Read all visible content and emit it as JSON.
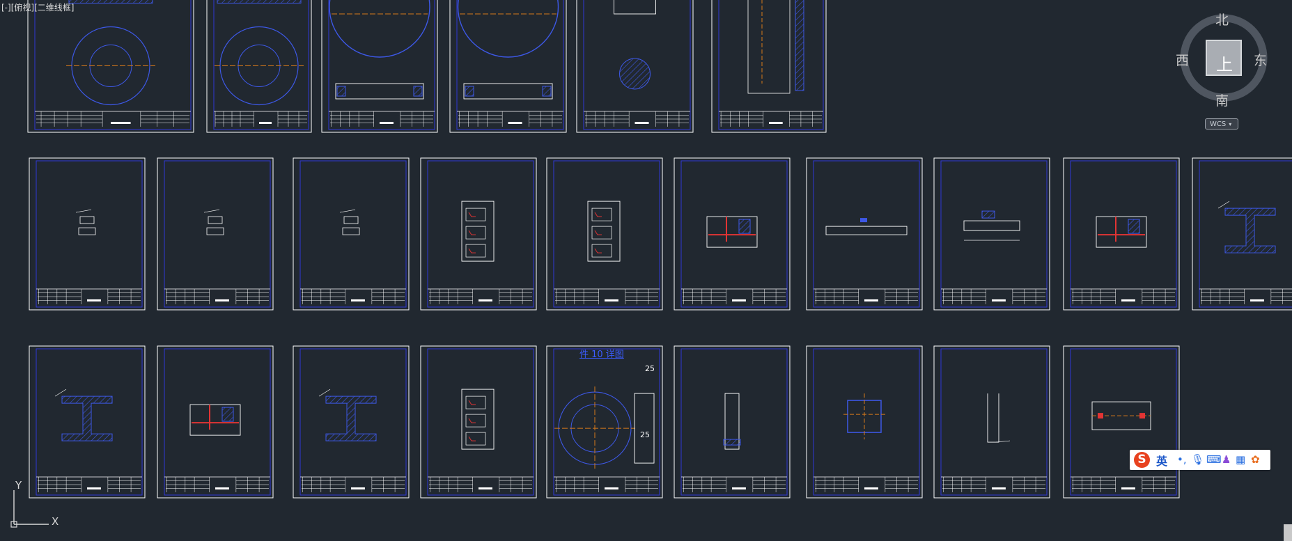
{
  "viewport_label": {
    "minus": "[-]",
    "view": "[俯视]",
    "style": "[二维线框]"
  },
  "viewcube": {
    "north": "北",
    "south": "南",
    "east": "东",
    "west": "西",
    "face": "上",
    "wcs": "WCS"
  },
  "ucs": {
    "x": "X",
    "y": "Y"
  },
  "sheet_title": "件 10 详图",
  "dims": {
    "a": "25",
    "b": "25"
  },
  "ime": {
    "logo": "S",
    "lang": "英"
  },
  "colors": {
    "background": "#212830",
    "sheet_border": "#ffffff",
    "inner_frame": "#2f39d6",
    "centerline": "#d87a1a",
    "hatch": "#3d58e6",
    "highlight": "#e23434"
  }
}
